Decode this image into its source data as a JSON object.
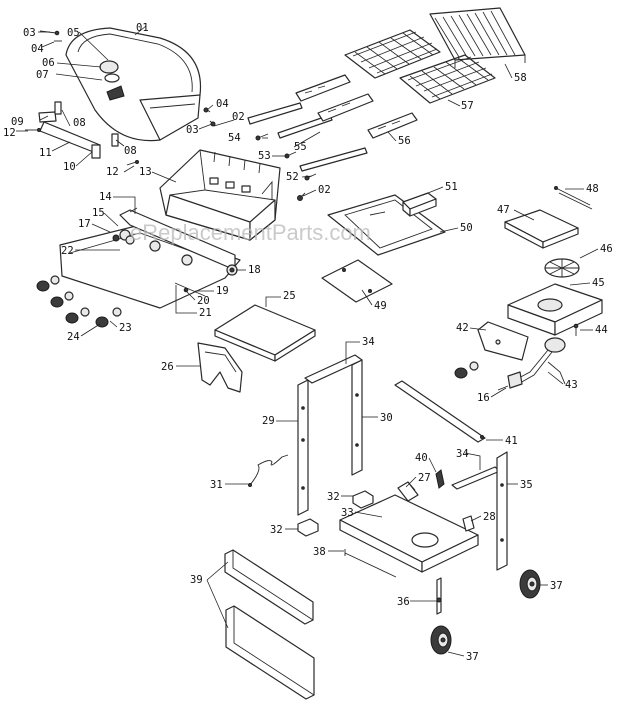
{
  "diagram": {
    "watermark": "eReplacementParts.com",
    "callouts": [
      "01",
      "03",
      "04",
      "05",
      "06",
      "07",
      "08",
      "09",
      "12",
      "11",
      "10",
      "08",
      "12",
      "13",
      "04",
      "03",
      "02",
      "54",
      "53",
      "55",
      "52",
      "02",
      "56",
      "57",
      "58",
      "51",
      "50",
      "14",
      "15",
      "17",
      "22",
      "18",
      "19",
      "20",
      "21",
      "25",
      "26",
      "49",
      "48",
      "47",
      "46",
      "45",
      "42",
      "44",
      "43",
      "16",
      "23",
      "24",
      "34",
      "29",
      "30",
      "41",
      "31",
      "32",
      "33",
      "32",
      "38",
      "39",
      "40",
      "27",
      "34",
      "35",
      "28",
      "36",
      "37",
      "37"
    ]
  }
}
